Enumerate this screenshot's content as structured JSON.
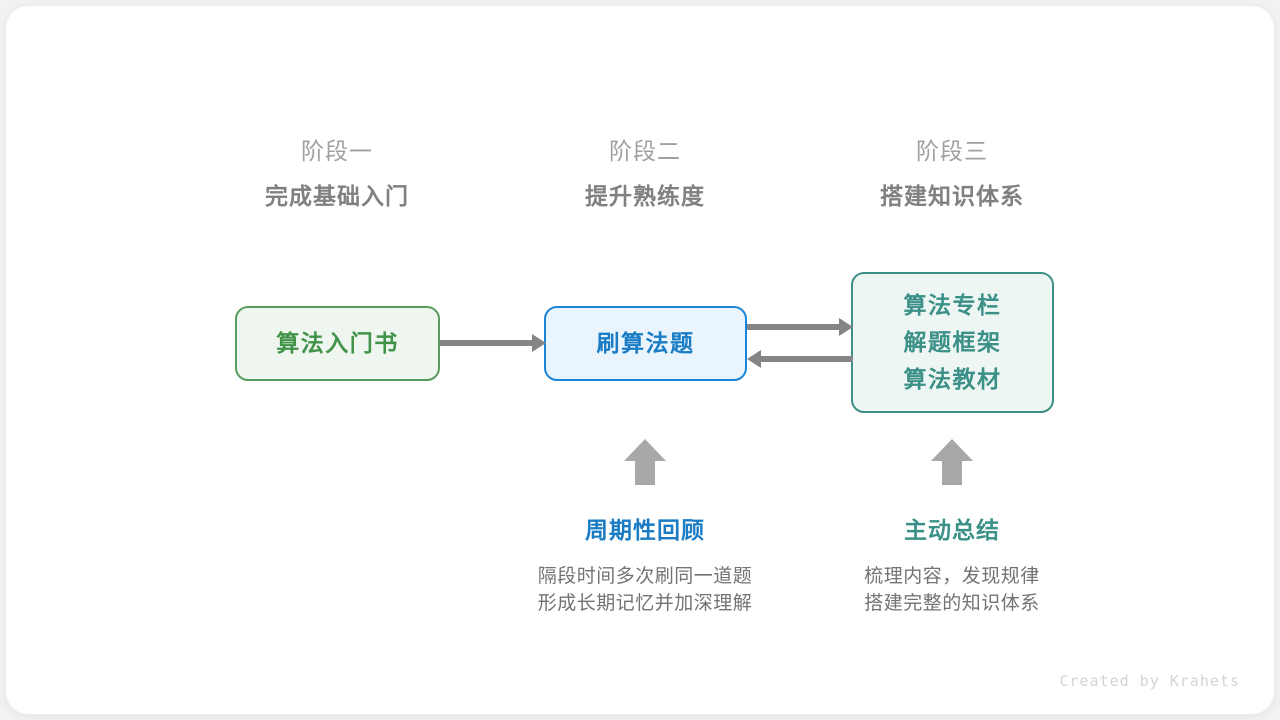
{
  "stages": [
    {
      "label": "阶段一",
      "title": "完成基础入门"
    },
    {
      "label": "阶段二",
      "title": "提升熟练度"
    },
    {
      "label": "阶段三",
      "title": "搭建知识体系"
    }
  ],
  "nodes": {
    "green": {
      "lines": [
        "算法入门书"
      ],
      "text_color": "#41934a",
      "border_color": "#5a9c5f",
      "fill_color": "#eff6ef"
    },
    "blue": {
      "lines": [
        "刷算法题"
      ],
      "text_color": "#1a7cc4",
      "border_color": "#1a85d6",
      "fill_color": "#e9f4fd"
    },
    "teal": {
      "lines": [
        "算法专栏",
        "解题框架",
        "算法教材"
      ],
      "text_color": "#3b9087",
      "border_color": "#3e8f86",
      "fill_color": "#eef6f4"
    }
  },
  "arrows": {
    "green_to_blue": "right-arrow",
    "blue_to_teal": "right-arrow",
    "teal_to_blue": "left-arrow",
    "up_mid": "up-arrow",
    "up_right": "up-arrow",
    "color": "#858585",
    "up_color": "#a8a8a8"
  },
  "annotations": [
    {
      "title": "周期性回顾",
      "color": "#1a7cc4",
      "desc_line_1": "隔段时间多次刷同一道题",
      "desc_line_2": "形成长期记忆并加深理解"
    },
    {
      "title": "主动总结",
      "color": "#3b9087",
      "desc_line_1": "梳理内容，发现规律",
      "desc_line_2": "搭建完整的知识体系"
    }
  ],
  "credit": "Created by Krahets"
}
